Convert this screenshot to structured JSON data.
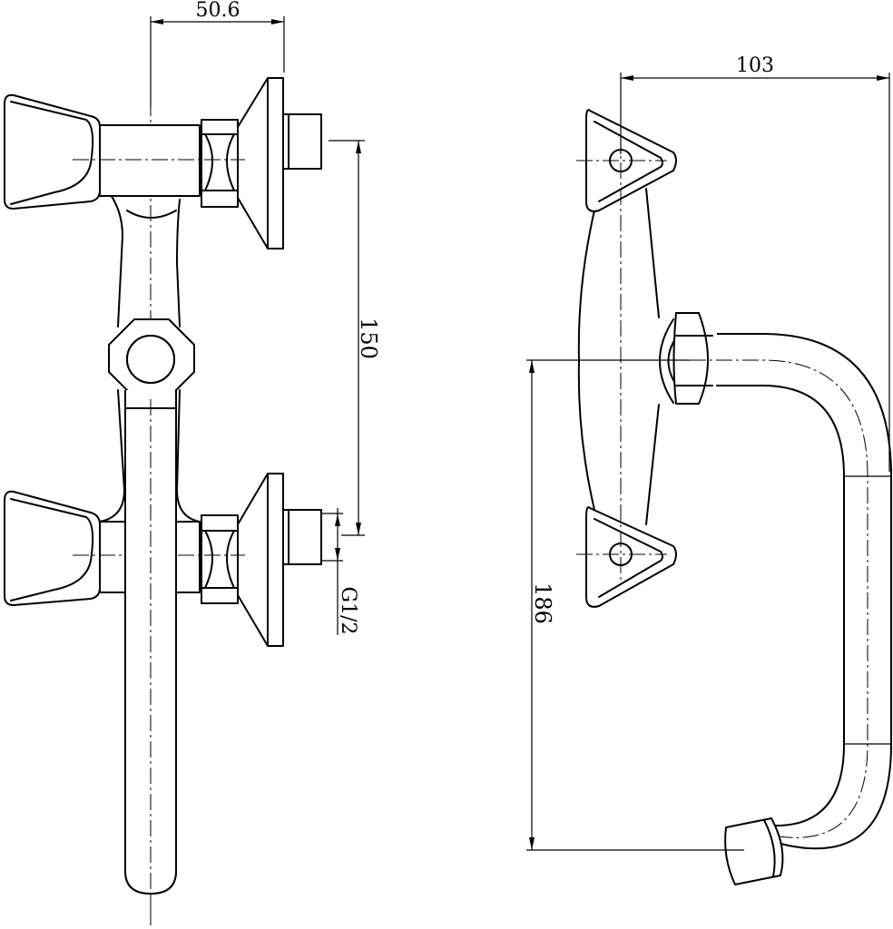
{
  "dimensions": {
    "spout_offset": "50.6",
    "valve_spacing": "150",
    "thread": "G1/2",
    "spout_reach": "103",
    "spout_height": "186"
  }
}
